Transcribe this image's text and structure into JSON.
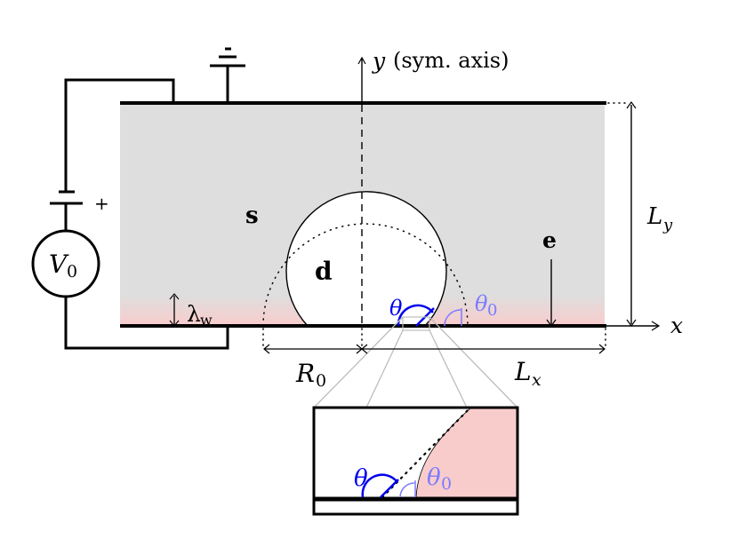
{
  "labels": {
    "y_axis": "y",
    "y_axis_suffix": "(sym. axis)",
    "x_axis": "x",
    "solid_region": "s",
    "droplet": "d",
    "electrolyte": "e",
    "voltage_V": "V",
    "voltage_sub": "0",
    "plus_sign": "+",
    "minus_sign": "-",
    "length_y_L": "L",
    "length_y_sub": "y",
    "length_x_L": "L",
    "length_x_sub": "x",
    "radius_R": "R",
    "radius_sub": "0",
    "debye_lambda": "λ",
    "debye_sub": "w",
    "theta": "θ",
    "theta0": "θ",
    "theta0_sub": "0",
    "inset_theta": "θ",
    "inset_theta0": "θ",
    "inset_theta0_sub": "0"
  },
  "colors": {
    "domain_fill": "#dedede",
    "wall_layer": "#f9cccc",
    "theta_color": "#0000ee",
    "theta0_color": "#7b7bff",
    "zoom_lines": "#bdbdbd",
    "line": "#000000"
  }
}
